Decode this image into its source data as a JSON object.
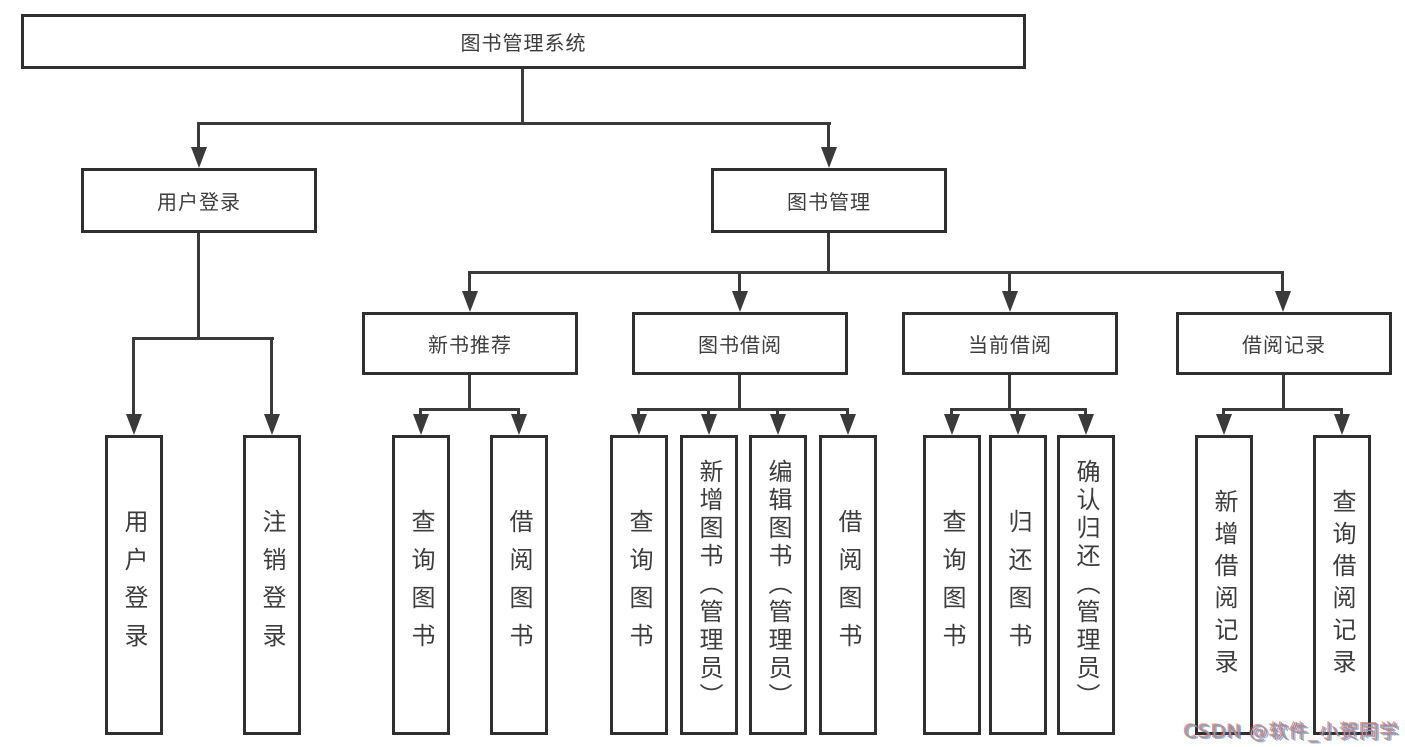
{
  "title": "图书管理系统",
  "branches": {
    "userLogin": {
      "label": "用户登录",
      "children": [
        "用户登录",
        "注销登录"
      ]
    },
    "bookMgmt": {
      "label": "图书管理",
      "sections": [
        {
          "label": "新书推荐",
          "children": [
            "查询图书",
            "借阅图书"
          ]
        },
        {
          "label": "图书借阅",
          "children": [
            "查询图书",
            "新增图书（管理员）",
            "编辑图书（管理员）",
            "借阅图书"
          ]
        },
        {
          "label": "当前借阅",
          "children": [
            "查询图书",
            "归还图书",
            "确认归还（管理员）"
          ]
        },
        {
          "label": "借阅记录",
          "children": [
            "新增借阅记录",
            "查询借阅记录"
          ]
        }
      ]
    }
  },
  "watermark": "CSDN @软件_小贺同学",
  "style": {
    "line_color": "#3a3a3a",
    "watermark_color": "#9a9a9a"
  }
}
